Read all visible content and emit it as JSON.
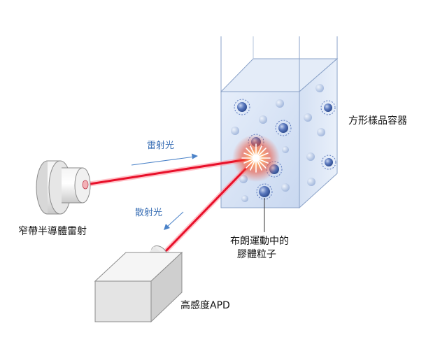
{
  "labels": {
    "laser_light": "雷射光",
    "scattered_light": "散射光",
    "cuvette": "方形樣品容器",
    "particles_line1": "布朗運動中的",
    "particles_line2": "膠體粒子",
    "laser_source": "窄帶半導體雷射",
    "detector": "高感度APD"
  },
  "colors": {
    "beam": "#e8102a",
    "beam_glow": "#ff9aa5",
    "arrow": "#4a82c8",
    "cuvette_fill": "#dbe6f7",
    "particle": "#3d5fa8",
    "detector_body": "#e4e4e4"
  },
  "icons": [
    "laser-diode-icon",
    "apd-detector-icon",
    "scatter-star-icon"
  ]
}
